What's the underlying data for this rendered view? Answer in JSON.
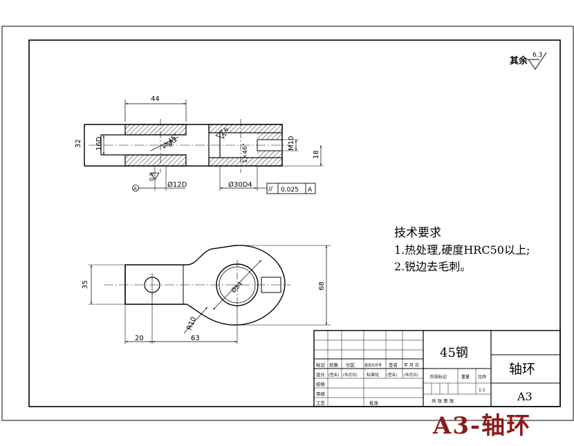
{
  "roughness": {
    "label": "其余",
    "value": "6.3"
  },
  "tech_requirements": {
    "title": "技术要求",
    "items": [
      "1.热处理,硬度HRC50以上;",
      "2.锐边去毛刺。"
    ]
  },
  "front_view": {
    "dim_length": "44",
    "dim_height": "32",
    "dim_bore_small": "16D",
    "dim_chamfer": "1×45°",
    "dim_r2": "R2",
    "dim_chamfer_2": "1×46°",
    "dim_thread": "M10",
    "dim_offset": "18",
    "dim_dia_12": "Ø12D",
    "dim_dia_30": "Ø30D4",
    "roughness_1": "1.6",
    "roughness_2": "0.8",
    "roughness_3": "1.6",
    "datum": "A",
    "tolerance": {
      "symbol": "//",
      "value": "0.025",
      "datum": "A"
    }
  },
  "top_view": {
    "dim_width": "35",
    "dim_height": "68",
    "dim_20": "20",
    "dim_63": "63",
    "dim_radius": "R10",
    "dim_dia_54": "Ø54"
  },
  "title_block": {
    "material": "45钢",
    "part_name": "轴环",
    "drawing_no": "A3",
    "scale": "1:1",
    "headers": [
      "标记",
      "处数",
      "分区",
      "更改文件号",
      "签名",
      "年 月 日"
    ],
    "rows": [
      [
        "设计",
        "(签名)",
        "(年月日)",
        "标准化",
        "(签名)",
        "(年月日)"
      ],
      [
        "校核",
        "",
        "",
        "",
        "",
        ""
      ],
      [
        "审核",
        "",
        "",
        "",
        "",
        ""
      ],
      [
        "工艺",
        "",
        "",
        "批准",
        "",
        ""
      ]
    ],
    "stage_label": "阶段标记",
    "weight_label": "重量",
    "scale_label": "比例",
    "sheets_label": "共 张 第 张"
  },
  "watermark": "A3-轴环"
}
